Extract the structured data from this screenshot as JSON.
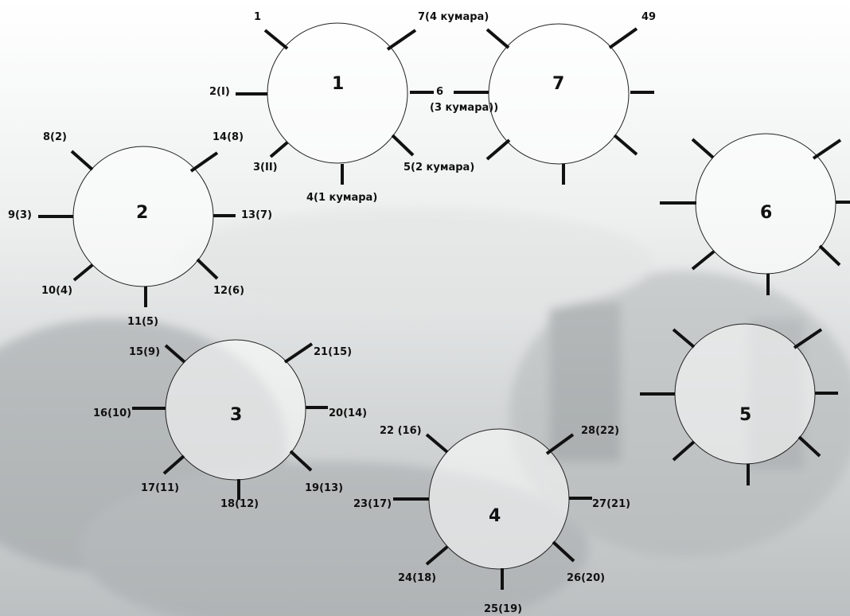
{
  "diagram": {
    "circles": [
      {
        "id": "c1",
        "number": "1",
        "spokes": [
          {
            "label": "1"
          },
          {
            "label": "7(4 кумара)"
          },
          {
            "label": "2(I)"
          },
          {
            "label": "6"
          },
          {
            "label": "3(II)"
          },
          {
            "label": "4(1 кумара)"
          },
          {
            "label": "5(2 кумара)"
          }
        ]
      },
      {
        "id": "c7",
        "number": "7",
        "spokes": [
          {
            "label": "49"
          },
          {
            "label": "(3 кумара))"
          }
        ]
      },
      {
        "id": "c2",
        "number": "2",
        "spokes": [
          {
            "label": "8(2)"
          },
          {
            "label": "14(8)"
          },
          {
            "label": "9(3)"
          },
          {
            "label": "13(7)"
          },
          {
            "label": "10(4)"
          },
          {
            "label": "11(5)"
          },
          {
            "label": "12(6)"
          }
        ]
      },
      {
        "id": "c3",
        "number": "3",
        "spokes": [
          {
            "label": "15(9)"
          },
          {
            "label": "21(15)"
          },
          {
            "label": "16(10)"
          },
          {
            "label": "20(14)"
          },
          {
            "label": "17(11)"
          },
          {
            "label": "18(12)"
          },
          {
            "label": "19(13)"
          }
        ]
      },
      {
        "id": "c4",
        "number": "4",
        "spokes": [
          {
            "label": "22 (16)"
          },
          {
            "label": "28(22)"
          },
          {
            "label": "23(17)"
          },
          {
            "label": "27(21)"
          },
          {
            "label": "24(18)"
          },
          {
            "label": "25(19)"
          },
          {
            "label": "26(20)"
          }
        ]
      },
      {
        "id": "c6",
        "number": "6",
        "spokes": []
      },
      {
        "id": "c5",
        "number": "5",
        "spokes": []
      }
    ]
  },
  "colors": {
    "ink": "#111111",
    "background_top": "#f4f5f5",
    "background_bottom": "#b9bcbd"
  }
}
